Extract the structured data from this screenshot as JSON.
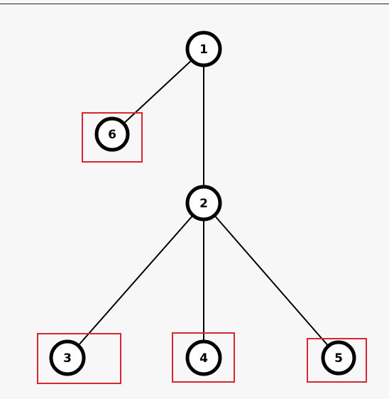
{
  "diagram": {
    "type": "tree",
    "colors": {
      "background": "#f7f7f7",
      "edge": "#000000",
      "node_stroke": "#000000",
      "node_fill": "#ffffff",
      "highlight": "#d7262f"
    },
    "nodes": [
      {
        "id": "n1",
        "label": "1",
        "highlighted": false
      },
      {
        "id": "n6",
        "label": "6",
        "highlighted": true
      },
      {
        "id": "n2",
        "label": "2",
        "highlighted": false
      },
      {
        "id": "n3",
        "label": "3",
        "highlighted": true
      },
      {
        "id": "n4",
        "label": "4",
        "highlighted": true
      },
      {
        "id": "n5",
        "label": "5",
        "highlighted": true
      }
    ],
    "edges": [
      {
        "from": "1",
        "to": "6"
      },
      {
        "from": "1",
        "to": "2"
      },
      {
        "from": "2",
        "to": "3"
      },
      {
        "from": "2",
        "to": "4"
      },
      {
        "from": "2",
        "to": "5"
      }
    ]
  }
}
